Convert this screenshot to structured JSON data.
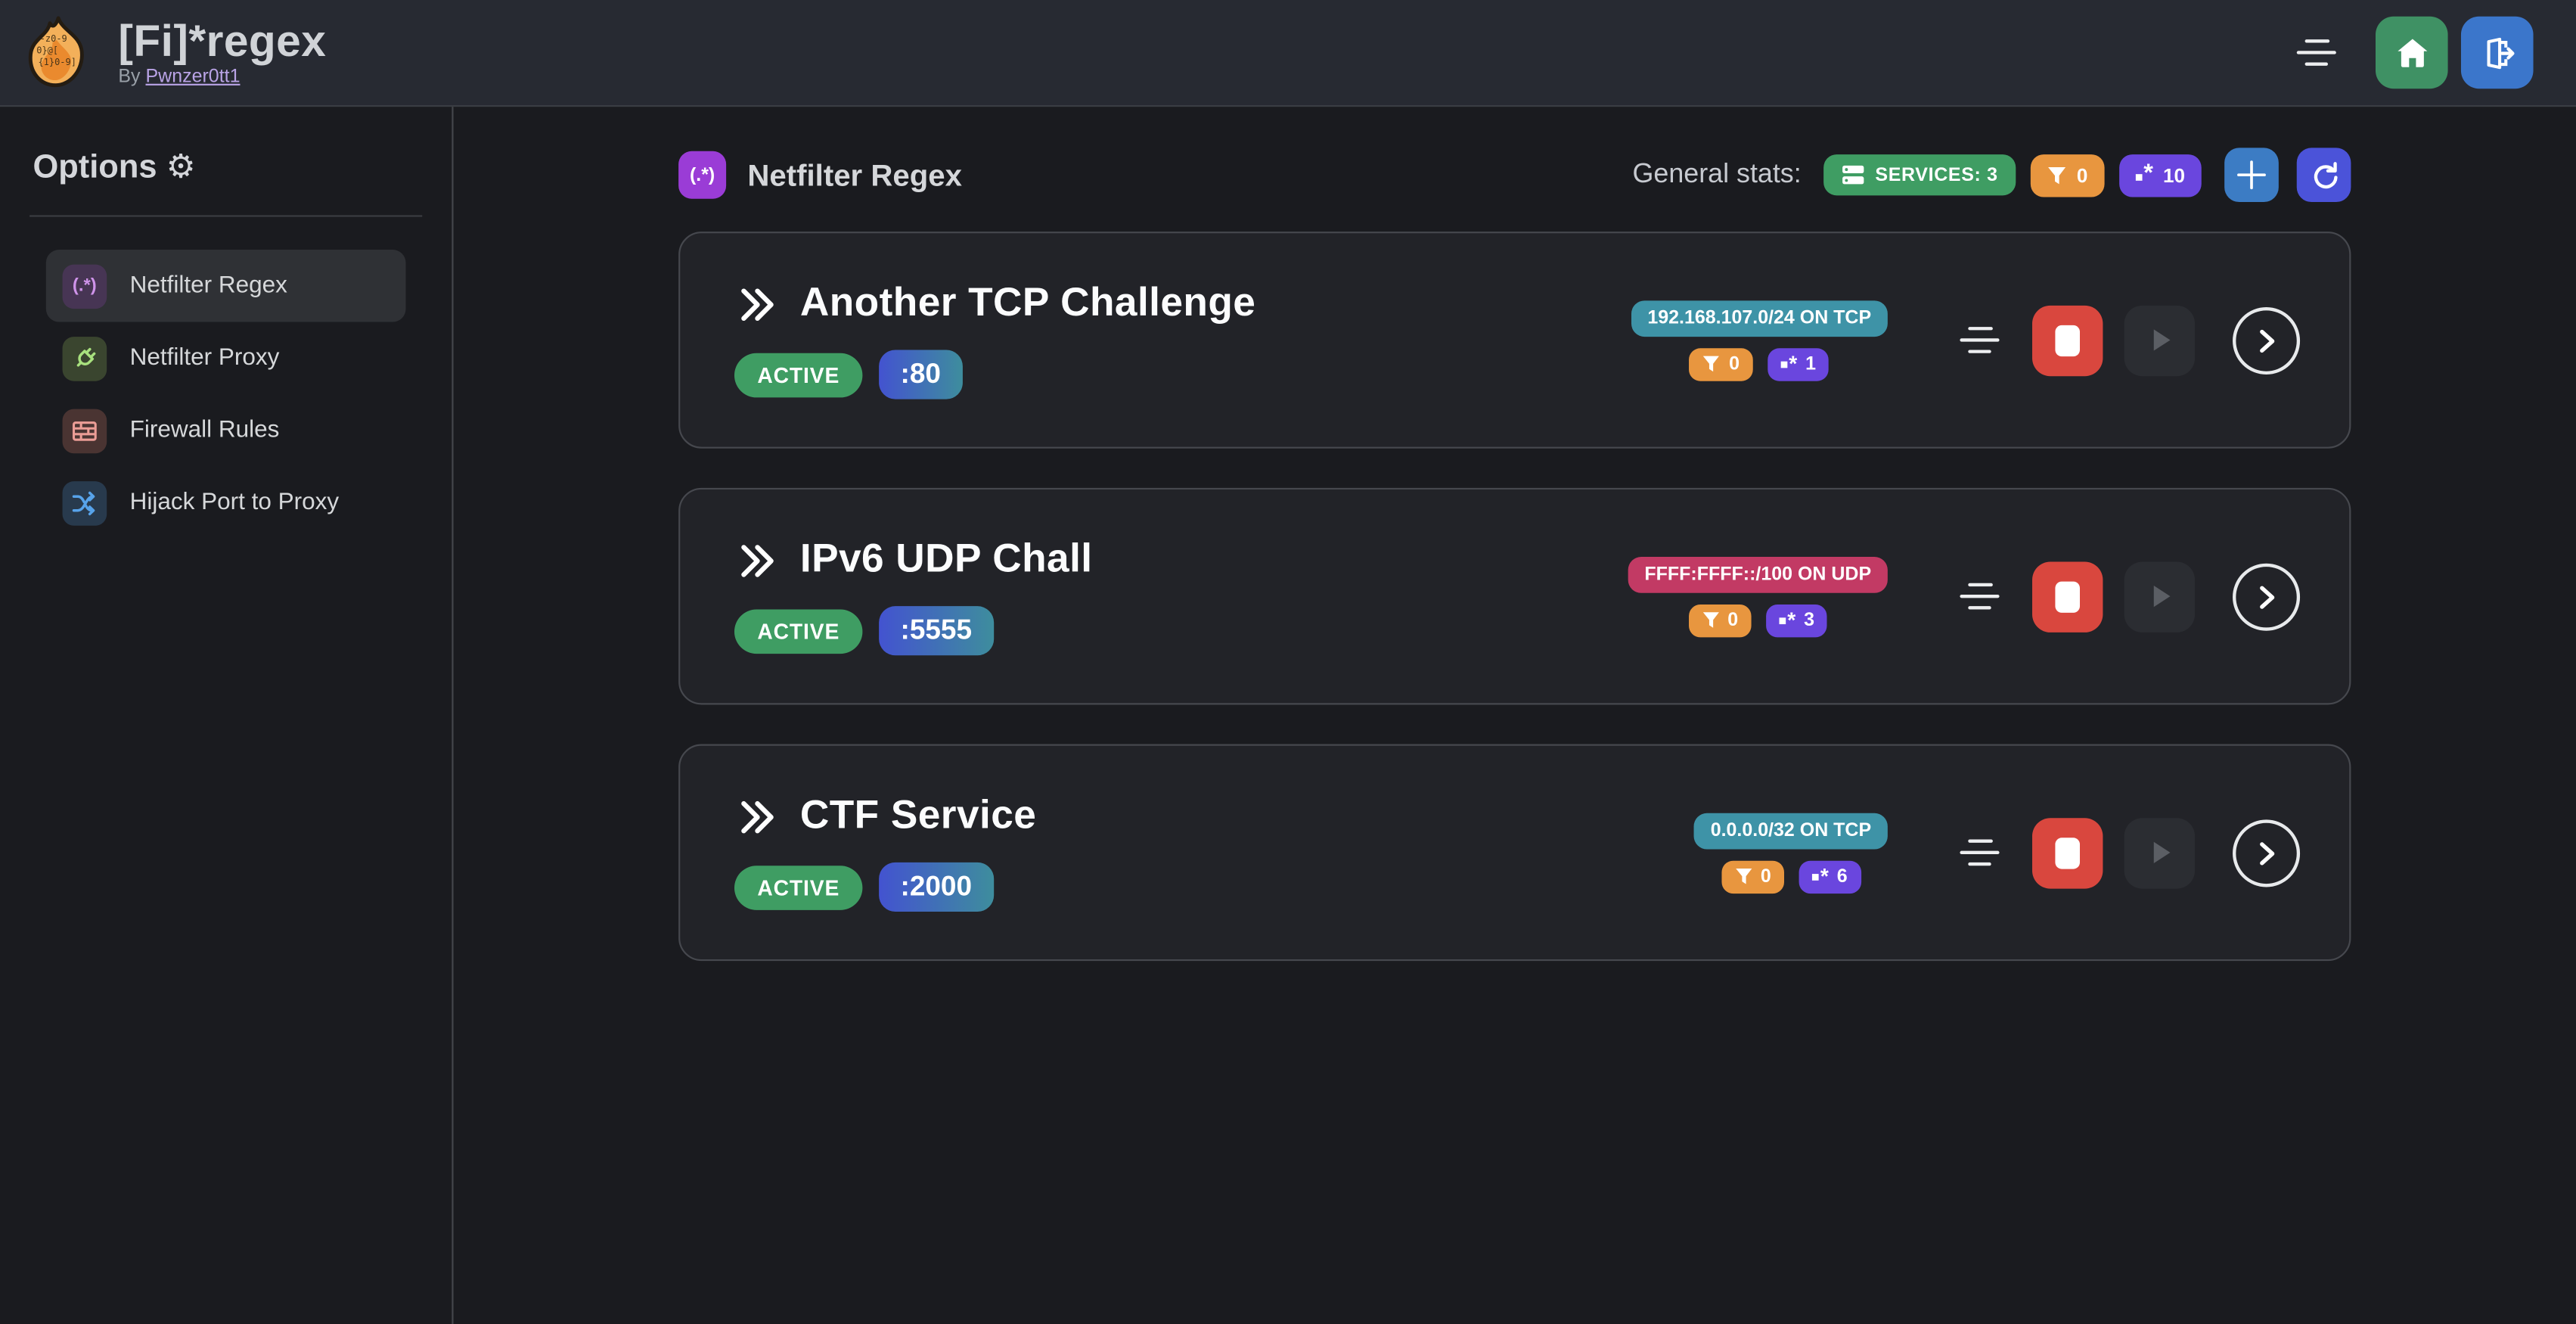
{
  "navbar": {
    "title": "[Fi]*regex",
    "byline_prefix": "By",
    "author_link": "Pwnzer0tt1"
  },
  "sidebar": {
    "options_title": "Options ⚙",
    "items": [
      {
        "label": "Netfilter Regex",
        "glyph": "(.*)",
        "active": true
      },
      {
        "label": "Netfilter Proxy",
        "active": false
      },
      {
        "label": "Firewall Rules",
        "active": false
      },
      {
        "label": "Hijack Port to Proxy",
        "active": false
      }
    ]
  },
  "main": {
    "header": {
      "icon_glyph": "(.*)",
      "title": "Netfilter Regex",
      "stats_label": "General stats:",
      "services_badge": "SERVICES: 3",
      "filters_count": "0",
      "regexes_count": "10"
    },
    "services": [
      {
        "name": "Another TCP Challenge",
        "status": "ACTIVE",
        "port": ":80",
        "network": "192.168.107.0/24 ON TCP",
        "net_style": "teal",
        "filters": "0",
        "regexes": "1"
      },
      {
        "name": "IPv6 UDP Chall",
        "status": "ACTIVE",
        "port": ":5555",
        "network": "FFFF:FFFF::/100 ON UDP",
        "net_style": "pink",
        "filters": "0",
        "regexes": "3"
      },
      {
        "name": "CTF Service",
        "status": "ACTIVE",
        "port": ":2000",
        "network": "0.0.0.0/32 ON TCP",
        "net_style": "teal",
        "filters": "0",
        "regexes": "6"
      }
    ]
  },
  "colors": {
    "page_bg": "#1a1b1f",
    "navbar_bg": "#272a32",
    "card_bg": "#222328",
    "card_border": "#46484e",
    "green": "#3f9d63",
    "orange": "#e8963f",
    "violet": "#6a46de",
    "teal": "#3e93a7",
    "pink": "#c23a64",
    "red": "#d9473e",
    "home_green": "#3f9164",
    "logout_blue": "#3b76cb",
    "plus_blue": "#3c7cc4",
    "refresh_indigo": "#4b53d9",
    "header_purple": "#9a3cd6",
    "link_purple": "#b9a3e6",
    "port_gradient_start": "#4353d0",
    "port_gradient_end": "#3e8d9d"
  }
}
